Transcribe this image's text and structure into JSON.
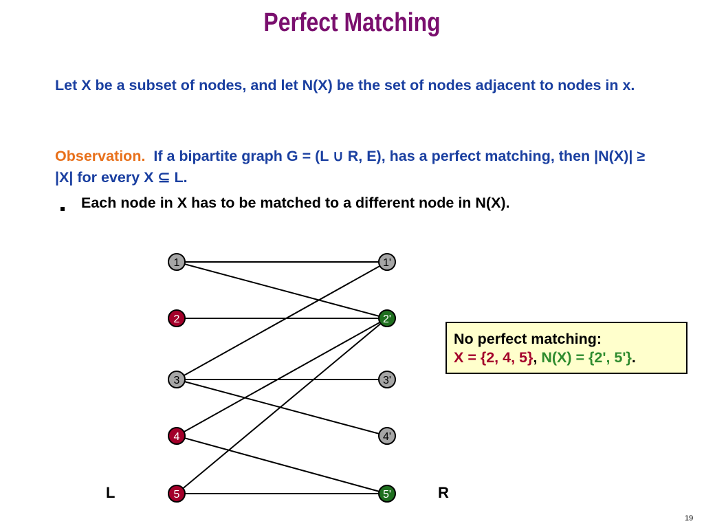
{
  "title": "Perfect Matching",
  "definition": "Let X be a subset of nodes, and let N(X) be the set of nodes adjacent to nodes in x.",
  "observation": {
    "label": "Observation.",
    "text": "If a bipartite graph G = (L ∪ R, E), has a perfect matching, then |N(X)| ≥ |X| for every X ⊆ L."
  },
  "bullet": "Each node in X has to be matched to a different node in N(X).",
  "graph": {
    "left_side_label": "L",
    "right_side_label": "R",
    "left_nodes": [
      {
        "id": "1",
        "label": "1",
        "fill": "#a6a6a6",
        "text_color": "#000000"
      },
      {
        "id": "2",
        "label": "2",
        "fill": "#a3002a",
        "text_color": "#ffffff"
      },
      {
        "id": "3",
        "label": "3",
        "fill": "#a6a6a6",
        "text_color": "#000000"
      },
      {
        "id": "4",
        "label": "4",
        "fill": "#a3002a",
        "text_color": "#ffffff"
      },
      {
        "id": "5",
        "label": "5",
        "fill": "#a3002a",
        "text_color": "#ffffff"
      }
    ],
    "right_nodes": [
      {
        "id": "1'",
        "label": "1'",
        "fill": "#a6a6a6",
        "text_color": "#000000"
      },
      {
        "id": "2'",
        "label": "2'",
        "fill": "#1f6f1f",
        "text_color": "#ffffff"
      },
      {
        "id": "3'",
        "label": "3'",
        "fill": "#a6a6a6",
        "text_color": "#000000"
      },
      {
        "id": "4'",
        "label": "4'",
        "fill": "#a6a6a6",
        "text_color": "#000000"
      },
      {
        "id": "5'",
        "label": "5'",
        "fill": "#1f6f1f",
        "text_color": "#ffffff"
      }
    ],
    "edges": [
      [
        "1",
        "1'"
      ],
      [
        "1",
        "2'"
      ],
      [
        "2",
        "2'"
      ],
      [
        "3",
        "1'"
      ],
      [
        "3",
        "3'"
      ],
      [
        "3",
        "4'"
      ],
      [
        "4",
        "2'"
      ],
      [
        "4",
        "5'"
      ],
      [
        "5",
        "2'"
      ],
      [
        "5",
        "5'"
      ]
    ]
  },
  "callout": {
    "heading": "No perfect matching:",
    "x_set": "X = {2, 4, 5}",
    "separator": ",",
    "n_set": "N(X) = {2', 5'}",
    "end": "."
  },
  "page_number": "19",
  "colors": {
    "title": "#7a0f6e",
    "body_text": "#1a3fa0",
    "observation_label": "#e8701a",
    "x_set": "#a3002a",
    "n_set": "#2e8b2e",
    "callout_bg": "#ffffcc"
  }
}
